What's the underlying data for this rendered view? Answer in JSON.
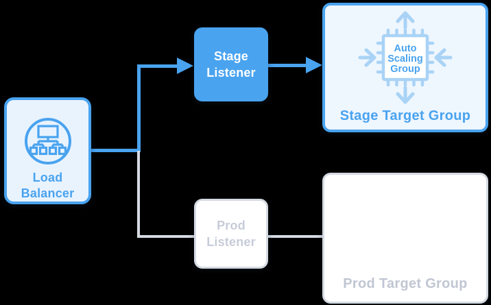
{
  "colors": {
    "accent_blue": "#49a3ef",
    "light_blue_fill": "#e9f3fe",
    "lighter_blue_fill": "#eef6fe",
    "icon_light_blue": "#a9d3f6",
    "inactive_gray_border": "#d5dae2",
    "inactive_gray_text": "#c3c9d4",
    "white": "#ffffff"
  },
  "nodes": {
    "load_balancer": {
      "label": "Load\nBalancer"
    },
    "stage_listener": {
      "label": "Stage\nListener"
    },
    "prod_listener": {
      "label": "Prod\nListener"
    },
    "stage_target": {
      "label": "Stage Target Group",
      "icon_lines": [
        "Auto",
        "Scaling",
        "Group"
      ]
    },
    "prod_target": {
      "label": "Prod Target Group"
    }
  },
  "edges": [
    {
      "from": "load-balancer",
      "to": "stage-listener",
      "style": "blue-solid-arrow"
    },
    {
      "from": "load-balancer",
      "to": "prod-listener",
      "style": "gray-solid-line"
    },
    {
      "from": "stage-listener",
      "to": "stage-target-group",
      "style": "blue-solid-arrow"
    },
    {
      "from": "prod-listener",
      "to": "prod-target-group",
      "style": "gray-solid-line"
    }
  ]
}
